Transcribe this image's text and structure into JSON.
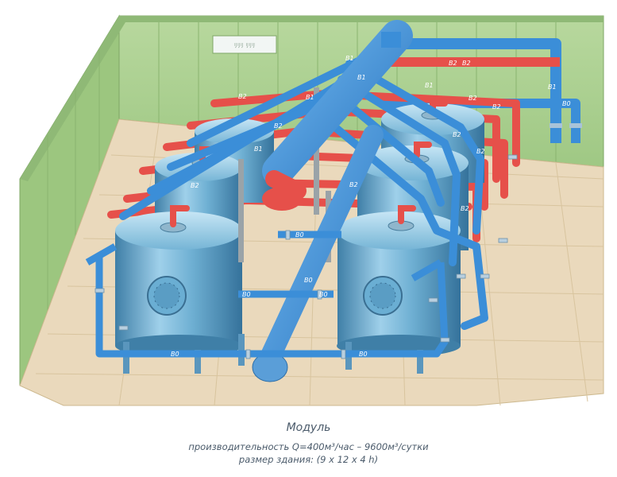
{
  "caption": {
    "title": "Модуль",
    "line1": "производительность Q=400м³/час – 9600м³/сутки",
    "line2": "размер здания: (9 x 12 x 4 h)"
  },
  "window_marks": "ﾘﾘﾘ ﾘﾘﾘ",
  "pipe_labels": {
    "b1": "B1",
    "b2": "B2",
    "b0": "B0"
  },
  "colors": {
    "wall": "#a9cd8e",
    "floor": "#eadcbf",
    "tank": "#5fa4c9",
    "pipe_blue": "#3b8ed8",
    "pipe_red": "#e6504a"
  }
}
